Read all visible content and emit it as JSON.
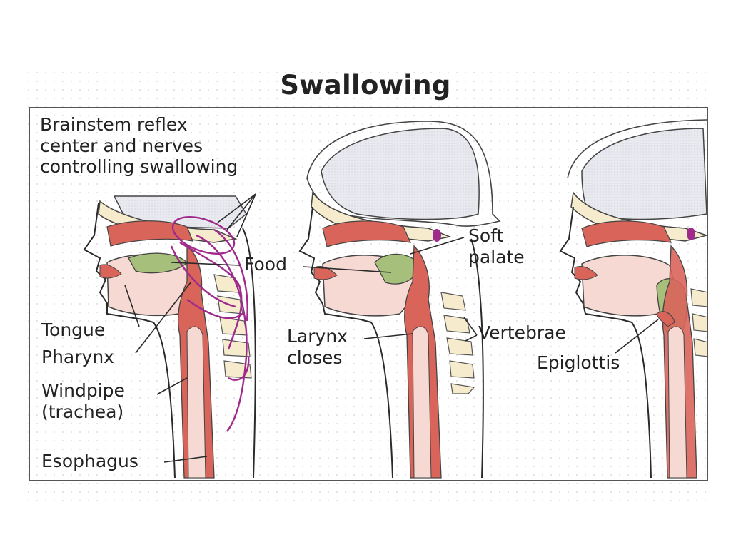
{
  "title": "Swallowing",
  "labels": {
    "brainstem": [
      "Brainstem reflex",
      "center and nerves",
      "controlling swallowing"
    ],
    "food": "Food",
    "tongue": "Tongue",
    "pharynx": "Pharynx",
    "windpipe": [
      "Windpipe",
      "(trachea)"
    ],
    "esophagus": "Esophagus",
    "soft_palate": [
      "Soft",
      "palate"
    ],
    "larynx": [
      "Larynx",
      "closes"
    ],
    "vertebrae": "Vertebrae",
    "epiglottis": "Epiglottis"
  },
  "colors": {
    "brain": "#e6e6ee",
    "bone": "#f6eccd",
    "muscle": "#d9645a",
    "tissue": "#f6d9d2",
    "food": "#a6bf7a",
    "nerve": "#a02a8c",
    "outline": "#2a2a2a"
  }
}
